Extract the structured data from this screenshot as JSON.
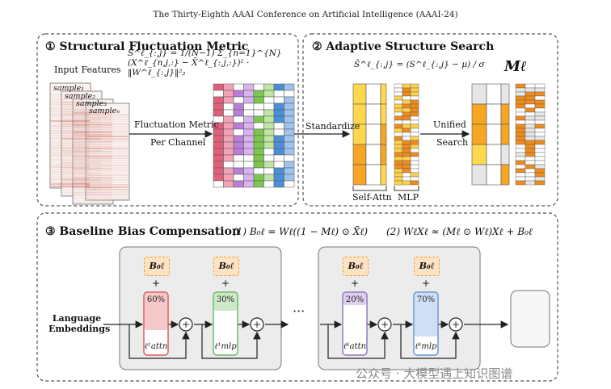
{
  "header": "The Thirty-Eighth AAAI Conference on Artificial Intelligence (AAAI-24)",
  "section1": {
    "title": "① Structural Fluctuation Metric",
    "formula": "S^ℓ_{:,j} = 1/(N−1) Σ_{n=1}^{N} (X^ℓ_{n,j,:} − X̄^ℓ_{:,j,:})² · ‖W^ℓ_{:,j}‖²₂",
    "input_features": "Input Features",
    "samples": [
      "sample₁",
      "sample₂",
      "sample₃",
      "sampleₙ"
    ],
    "metric_label_1": "Fluctuation Metric",
    "metric_label_2": "Per Channel"
  },
  "section2": {
    "title": "② Adaptive Structure Search",
    "formula": "Ŝ^ℓ_{:,j} = (S^ℓ_{:,j} − μ) / σ",
    "standardize": "Standardize",
    "unified_1": "Unified",
    "unified_2": "Search",
    "mask_label": "Mℓ",
    "self_attn": "Self-Attn",
    "mlp": "MLP"
  },
  "section3": {
    "title": "③ Baseline Bias Compensation",
    "eq1": "(1) B₀ℓ = Wℓ((1 − Mℓ) ⊙ X̄ℓ)",
    "eq2": "(2) WℓXℓ ≈ (Mℓ ⊙ Wℓ)Xℓ + B₀ℓ",
    "input_1": "Language",
    "input_2": "Embeddings",
    "bias": "B₀ℓ",
    "plus": "+",
    "ellipsis": "···",
    "blocks": [
      {
        "pct": "60%",
        "layer": "ℓ¹attn",
        "ratio": 0.6
      },
      {
        "pct": "30%",
        "layer": "ℓ¹mlp",
        "ratio": 0.3
      },
      {
        "pct": "20%",
        "layer": "ℓᵏattn",
        "ratio": 0.2
      },
      {
        "pct": "70%",
        "layer": "ℓᵏmlp",
        "ratio": 0.7
      }
    ]
  },
  "watermark": "公众号 · 大模型遇上知识图谱",
  "colors": {
    "attn_fill": "#f5c9c9",
    "attn_border": "#d9534f",
    "mlp_fill": "#cfe8c7",
    "mlp_border": "#5cb85c",
    "attn2_fill": "#ddd0ee",
    "attn2_border": "#8e6bbf",
    "mlp2_fill": "#cfe0f5",
    "mlp2_border": "#5b8fd1",
    "bias_fill": "#fde3c4",
    "bias_border": "#f0a040"
  }
}
